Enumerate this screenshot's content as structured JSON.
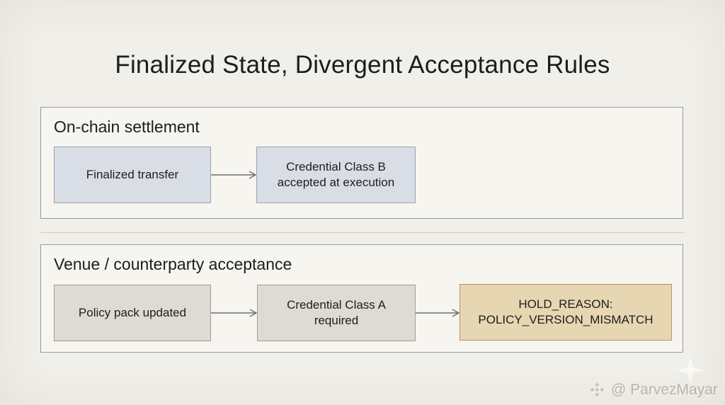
{
  "slide": {
    "title": "Finalized State, Divergent Acceptance Rules"
  },
  "panels": [
    {
      "label": "On-chain settlement",
      "boxes": [
        {
          "text": "Finalized transfer",
          "variant": "blue"
        },
        {
          "text": "Credential Class B\naccepted at execution",
          "variant": "blue"
        }
      ]
    },
    {
      "label": "Venue / counterparty acceptance",
      "boxes": [
        {
          "text": "Policy pack updated",
          "variant": "gray"
        },
        {
          "text": "Credential Class A\nrequired",
          "variant": "gray"
        },
        {
          "text": "HOLD_REASON:\nPOLICY_VERSION_MISMATCH",
          "variant": "tan"
        }
      ]
    }
  ],
  "watermark": {
    "handle": "@ ParvezMayar",
    "logo_icon": "diamond-logo-icon",
    "sparkle_icon": "sparkle-icon"
  },
  "colors": {
    "page-bg": "#f1efe9",
    "panel-bg": "#f7f5f0",
    "panel-border": "#97999a",
    "divider": "#cfccc4",
    "box-blue-bg": "#d9dee6",
    "box-blue-border": "#97a2b0",
    "box-gray-bg": "#dedbd4",
    "box-gray-border": "#a29e97",
    "box-tan-bg": "#e7d6b2",
    "box-tan-border": "#ad9668",
    "text-dark": "#1d1d1d",
    "arrow": "#6f6f6f",
    "watermark-text": "#bab8b2"
  }
}
